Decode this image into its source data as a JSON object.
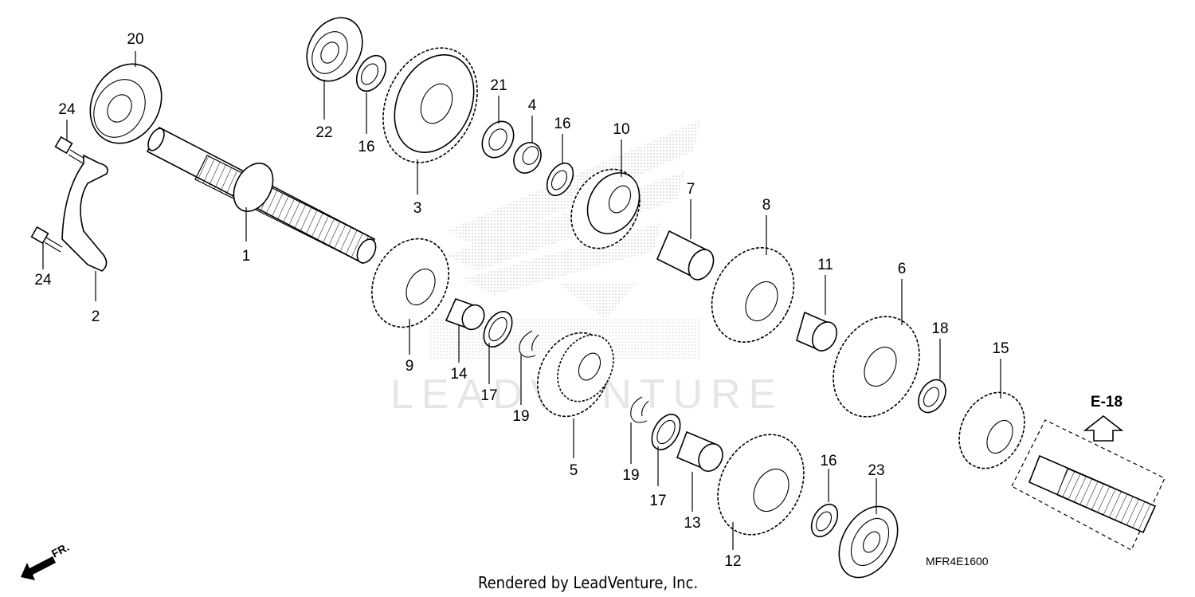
{
  "diagram": {
    "callouts": {
      "c1": "1",
      "c2": "2",
      "c3": "3",
      "c4": "4",
      "c5": "5",
      "c6": "6",
      "c7": "7",
      "c8": "8",
      "c9": "9",
      "c10": "10",
      "c11": "11",
      "c12": "12",
      "c13": "13",
      "c14": "14",
      "c15": "15",
      "c16a": "16",
      "c16b": "16",
      "c16c": "16",
      "c17a": "17",
      "c17b": "17",
      "c18": "18",
      "c19a": "19",
      "c19b": "19",
      "c20": "20",
      "c21": "21",
      "c22": "22",
      "c23": "23",
      "c24a": "24",
      "c24b": "24"
    },
    "reference_label": "E-18",
    "direction_label": "FR.",
    "diagram_code": "MFR4E1600",
    "watermark": "LEADVENTURE",
    "credit": "Rendered by LeadVenture, Inc."
  }
}
